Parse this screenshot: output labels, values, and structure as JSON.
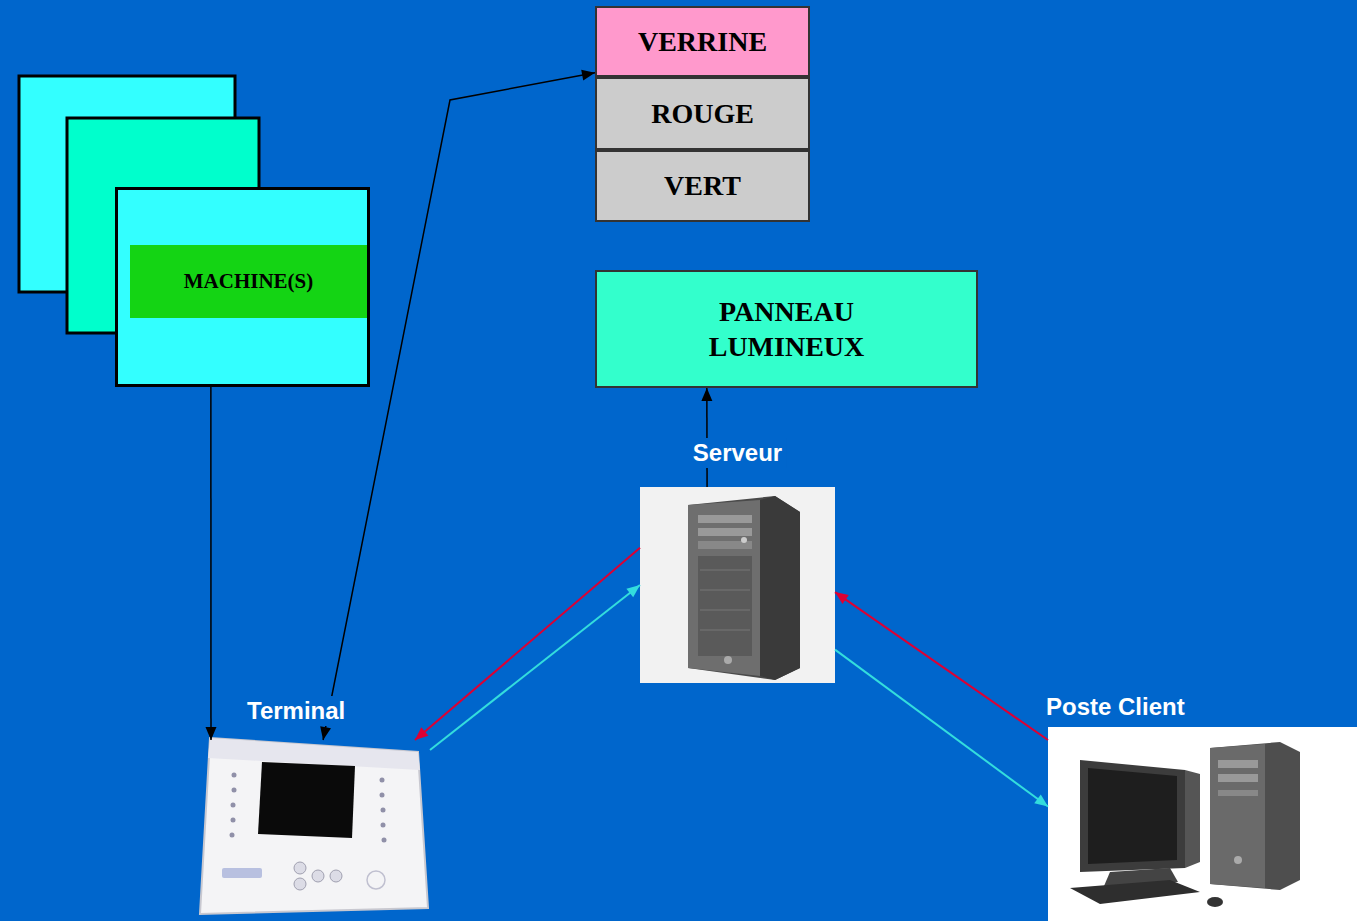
{
  "diagram": {
    "nodes": [
      {
        "text": [
          "MACHINE(S)"
        ]
      },
      {
        "text": [
          "VERRINE"
        ]
      },
      {
        "text": [
          "ROUGE"
        ]
      },
      {
        "text": [
          "VERT"
        ]
      },
      {
        "text": [
          "PANNEAU LUMINEUX"
        ]
      },
      {
        "text": [
          "Serveur"
        ]
      },
      {
        "text": [
          "Terminal"
        ]
      },
      {
        "text": [
          "Poste Client"
        ]
      }
    ],
    "edges": [
      {
        "from": 0,
        "to": 6,
        "arrow": "to"
      },
      {
        "from": 6,
        "to": 1,
        "arrow": "both"
      },
      {
        "from": 5,
        "to": 4,
        "arrow": "to"
      },
      {
        "from": 5,
        "to": 6,
        "arrow": "to"
      },
      {
        "from": 6,
        "to": 5,
        "arrow": "to"
      },
      {
        "from": 7,
        "to": 5,
        "arrow": "to"
      },
      {
        "from": 5,
        "to": 7,
        "arrow": "to"
      }
    ]
  }
}
